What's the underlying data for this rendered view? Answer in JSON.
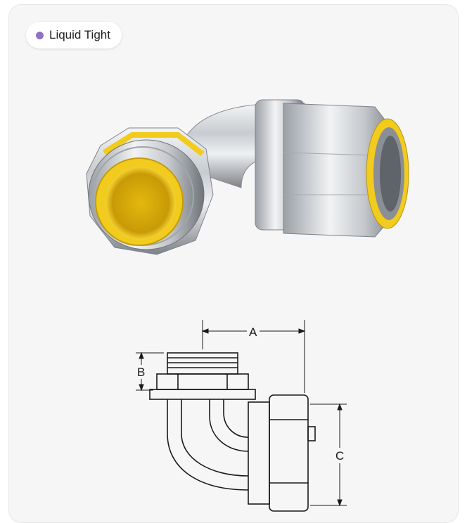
{
  "badge": {
    "label": "Liquid Tight",
    "dot_color": "#8f72c6"
  },
  "product_photo": {
    "icon": "elbow-connector-photo"
  },
  "diagram": {
    "icon": "elbow-connector-drawing",
    "dimension_labels": {
      "a": "A",
      "b": "B",
      "c": "C"
    }
  },
  "colors": {
    "seal_yellow": "#f2cb1f",
    "metal_light": "#e6e8ea",
    "metal_dark": "#8a8f95"
  }
}
